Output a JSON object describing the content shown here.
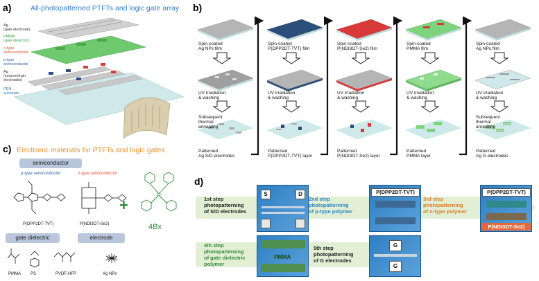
{
  "panel_a": {
    "label": "a)",
    "title": "All-photopatterned PTFTs and logic gate array",
    "layers": [
      {
        "text": "Ag\n(gate electrode)",
        "color": "#333333"
      },
      {
        "text": "PMMA\n(gate dielectric)",
        "color": "#2e9e3e"
      },
      {
        "text": "n-type\nsemiconductor",
        "color": "#e0502b"
      },
      {
        "text": "p-type\nsemiconductor",
        "color": "#2a5aa8"
      },
      {
        "text": "Ag\n(source/drain\nelectrodes)",
        "color": "#333333"
      },
      {
        "text": "PEN\nsubstrate",
        "color": "#2a7fb8"
      }
    ]
  },
  "panel_b": {
    "label": "b)",
    "columns": [
      {
        "top_caption": "Spin-coated\nAg NPs film",
        "mid_caption": "UV irradiation\n& washing",
        "bot_caption": "Subsequent\nthermal\nannealing",
        "final_caption": "Patterned\nAg S/D electrodes"
      },
      {
        "top_caption": "Spin-coated\nP(DPP2DT-TVT) film",
        "mid_caption": "UV irradiation\n& washing",
        "bot_caption": "",
        "final_caption": "Patterned\nP(DPP2DT-TVT) layer"
      },
      {
        "top_caption": "Spin-coated\nP(NDI3OT-Se2) film",
        "mid_caption": "UV irradiation\n& washing",
        "bot_caption": "",
        "final_caption": "Patterned\nP(NDI3OT-Se2) layer"
      },
      {
        "top_caption": "Spin-coated\nPMMA film",
        "mid_caption": "UV irradiation\n& washing",
        "bot_caption": "",
        "final_caption": "Patterned\nPMMA layer"
      },
      {
        "top_caption": "Spin-coated\nAg NPs film",
        "mid_caption": "UV irradiation\n& washing",
        "bot_caption": "Subsequent\nthermal\nannealing",
        "final_caption": "Patterned\nAg G electrodes"
      }
    ]
  },
  "panel_c": {
    "label": "c)",
    "title": "Electronic materials for PTFTs and logic gates",
    "semiconductor_label": "semiconductor",
    "p_type_label": "p-type semiconductor",
    "n_type_label": "n-type semiconductor",
    "p_polymer": "P(DPP2DT-TVT)",
    "n_polymer": "P(NDI3OT-Se2)",
    "plus": "+",
    "crosslinker": "4Bx",
    "gate_dielectric_label": "gate dielectric",
    "electrode_label": "electrode",
    "dielectrics": [
      "PMMA",
      "PS",
      "PVDF-HFP"
    ],
    "electrode_material": "Ag NPs"
  },
  "panel_d": {
    "label": "d)",
    "steps": [
      {
        "num": "1st",
        "rest": " step\nphotopatterning\nof S/D electrodes",
        "color": "#000000"
      },
      {
        "num": "2nd",
        "rest": " step\nphotopatterning\nof p-type polymer",
        "color": "#2a86c9"
      },
      {
        "num": "3rd",
        "rest": " step\nphotopatterning\nof n-type polymer",
        "color": "#e07a2a"
      },
      {
        "num": "4th",
        "rest": " step\nphotopatterning\nof gate dielectric\npolymer",
        "color": "#2e8a3a"
      },
      {
        "num": "5th",
        "rest": " step\nphotopatterning\nof G electrodes",
        "color": "#000000"
      }
    ],
    "labels": {
      "s": "S",
      "d": "D",
      "p_polymer": "P(DPP2DT-TVT)",
      "n_polymer": "P(NDI3OT-Se2)",
      "pmma": "PMMA",
      "g": "G"
    }
  },
  "colors": {
    "blue_film": "#2b4f7a",
    "red_film": "#d83a3a",
    "green_film": "#7ed47e",
    "gray_film": "#b5b5b5",
    "substrate": "#cfe9ea"
  }
}
